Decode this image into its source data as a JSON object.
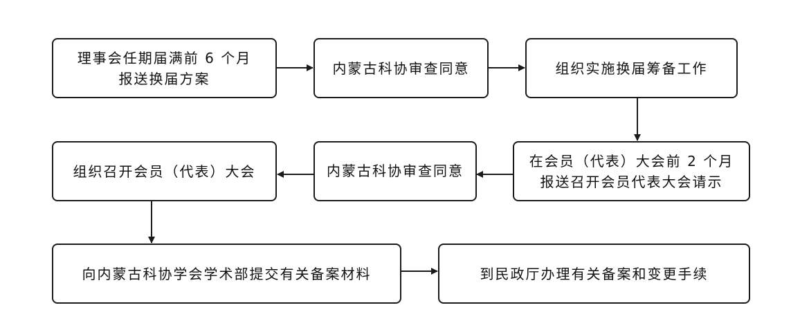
{
  "flowchart": {
    "steps": [
      {
        "id": "step-1",
        "lines": [
          "理事会任期届满前 6 个月",
          "报送换届方案"
        ]
      },
      {
        "id": "step-2",
        "lines": [
          "内蒙古科协审查同意"
        ]
      },
      {
        "id": "step-3",
        "lines": [
          "组织实施换届筹备工作"
        ]
      },
      {
        "id": "step-4",
        "lines": [
          "在会员（代表）大会前 2 个月",
          "报送召开会员代表大会请示"
        ]
      },
      {
        "id": "step-5",
        "lines": [
          "内蒙古科协审查同意"
        ]
      },
      {
        "id": "step-6",
        "lines": [
          "组织召开会员（代表）大会"
        ]
      },
      {
        "id": "step-7",
        "lines": [
          "向内蒙古科协学会学术部提交有关备案材料"
        ]
      },
      {
        "id": "step-8",
        "lines": [
          "到民政厅办理有关备案和变更手续"
        ]
      }
    ],
    "connections": [
      [
        "step-1",
        "step-2"
      ],
      [
        "step-2",
        "step-3"
      ],
      [
        "step-3",
        "step-4"
      ],
      [
        "step-4",
        "step-5"
      ],
      [
        "step-5",
        "step-6"
      ],
      [
        "step-6",
        "step-7"
      ],
      [
        "step-7",
        "step-8"
      ]
    ]
  }
}
